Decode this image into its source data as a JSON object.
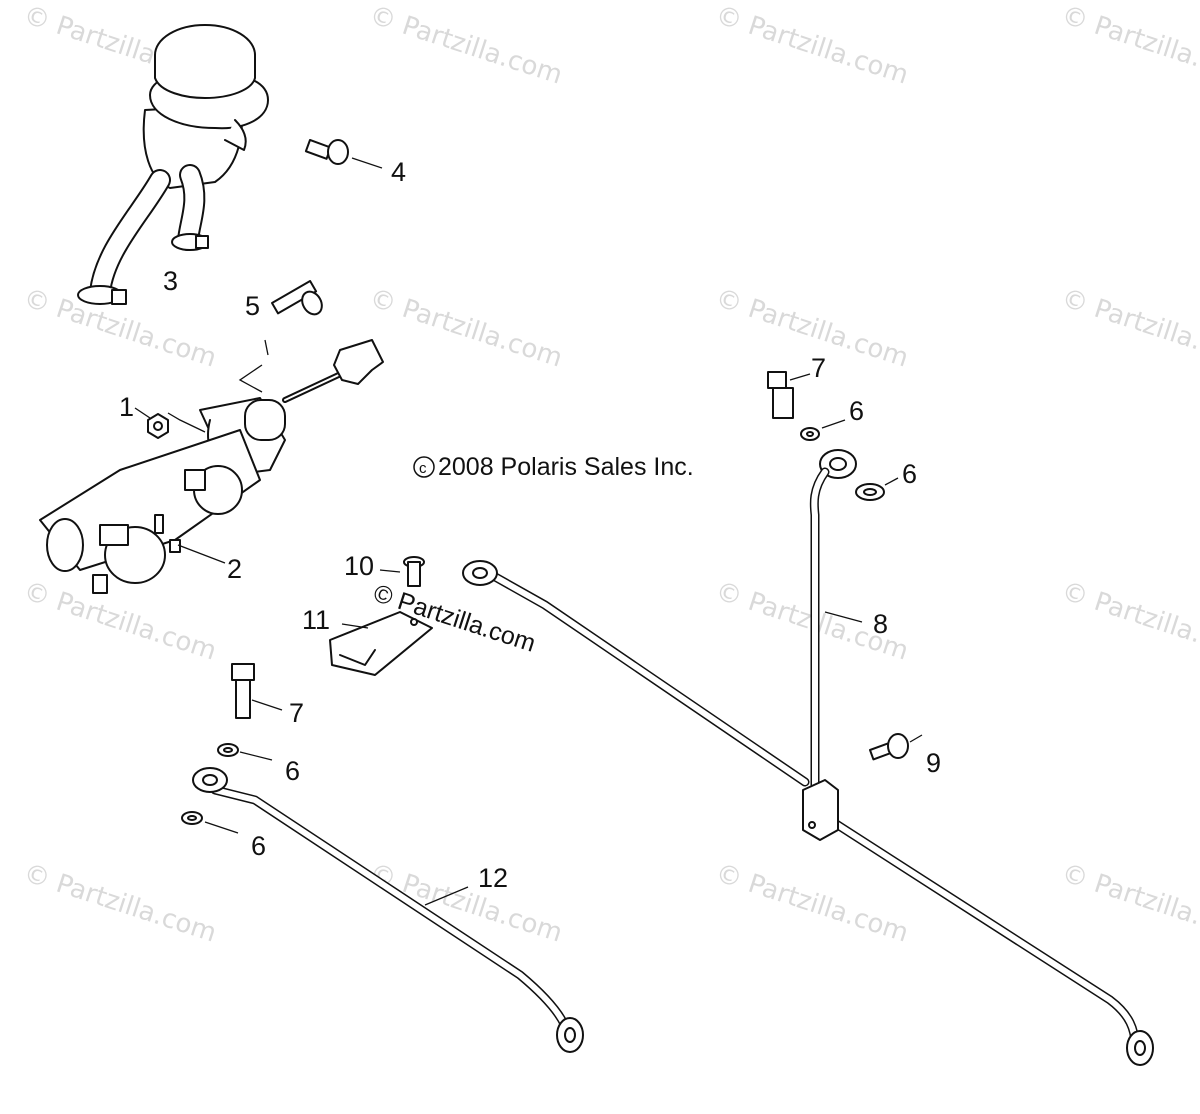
{
  "copyright": "2008 Polaris Sales Inc.",
  "copyright_symbol": "c",
  "watermark": "© Partzilla.com",
  "callouts": {
    "c1": "1",
    "c2": "2",
    "c3": "3",
    "c4": "4",
    "c5": "5",
    "c6a": "6",
    "c6b": "6",
    "c6c": "6",
    "c6d": "6",
    "c7a": "7",
    "c7b": "7",
    "c8": "8",
    "c9": "9",
    "c10": "10",
    "c11": "11",
    "c12": "12"
  }
}
